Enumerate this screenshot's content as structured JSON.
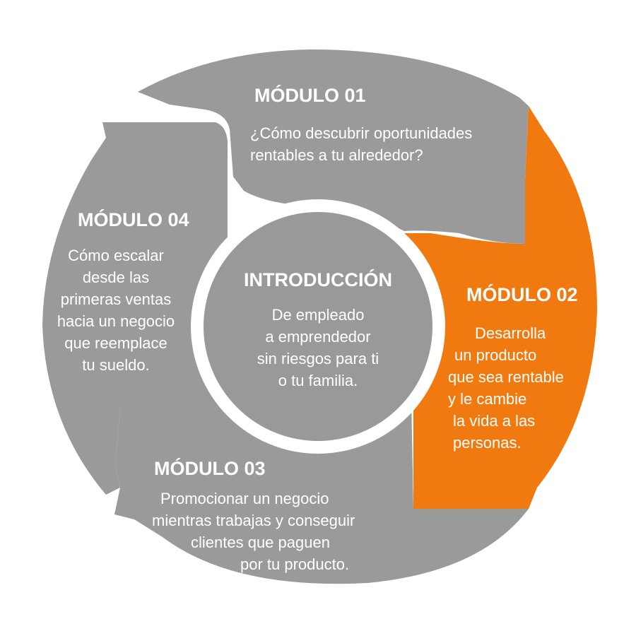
{
  "colors": {
    "segment_gray": "#9a9a9a",
    "center_gray": "#999999",
    "accent_orange": "#f07a10",
    "background": "#ffffff",
    "text": "#ffffff"
  },
  "intro": {
    "title": "INTRODUCCIÓN",
    "lines": [
      "De empleado",
      "a emprendedor",
      "sin riesgos para ti",
      "o tu familia."
    ]
  },
  "modules": [
    {
      "title": "MÓDULO 01",
      "lines": [
        "¿Cómo descubrir oportunidades",
        "rentables a tu alrededor?"
      ],
      "highlighted": false
    },
    {
      "title": "MÓDULO 02",
      "lines": [
        "Desarrolla",
        "un producto",
        "que sea rentable",
        "y le cambie",
        "la vida a las",
        "personas."
      ],
      "highlighted": true
    },
    {
      "title": "MÓDULO 03",
      "lines": [
        "Promocionar un negocio",
        "mientras trabajas y conseguir",
        "clientes que paguen",
        "por tu producto."
      ],
      "highlighted": false
    },
    {
      "title": "MÓDULO 04",
      "lines": [
        "Cómo escalar",
        "desde las",
        "primeras ventas",
        "hacia un negocio",
        "que reemplace",
        "tu sueldo."
      ],
      "highlighted": false
    }
  ]
}
